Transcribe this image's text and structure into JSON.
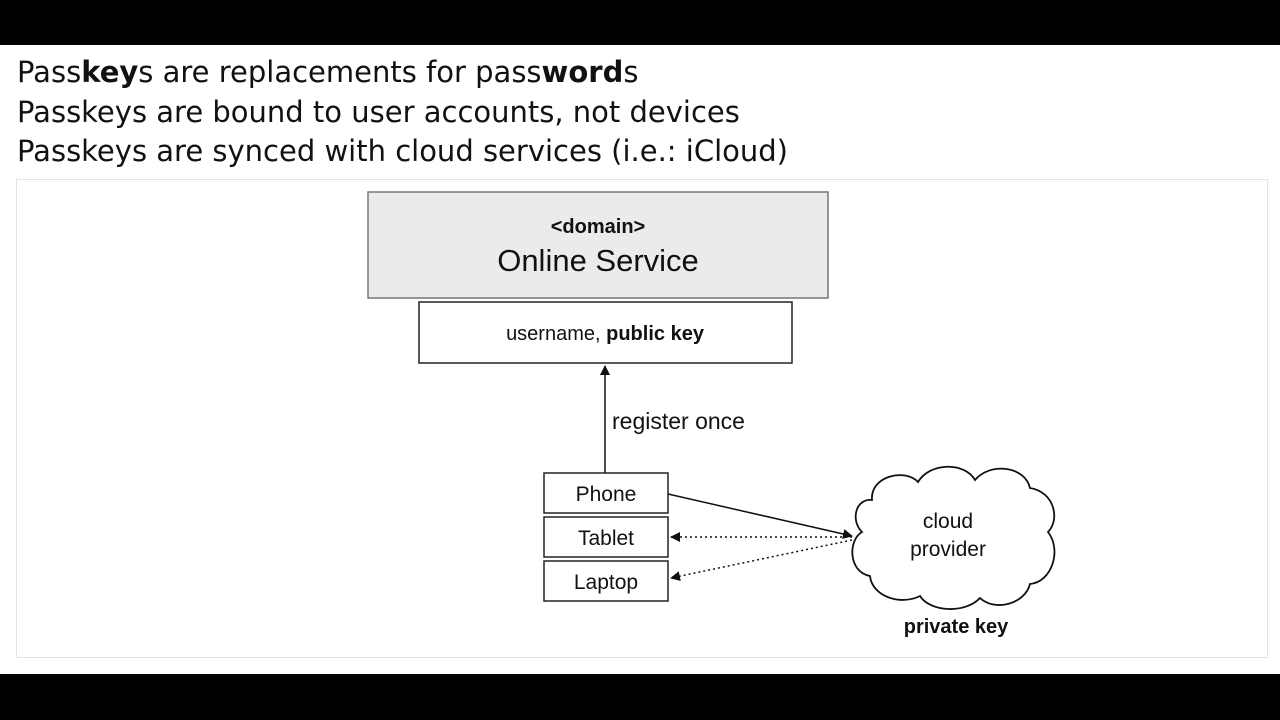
{
  "bullets": {
    "line1": {
      "part1": "Pass",
      "part2": "key",
      "part3": "s are replacements for pass",
      "part4": "word",
      "part5": "s"
    },
    "line2": "Passkeys are bound to user accounts, not devices",
    "line3": "Passkeys are synced with cloud services (i.e.: iCloud)"
  },
  "diagram": {
    "service_domain": "<domain>",
    "service_name": "Online Service",
    "credential_prefix": "username, ",
    "credential_key": "public key",
    "register_label": "register once",
    "devices": [
      "Phone",
      "Tablet",
      "Laptop"
    ],
    "cloud_line1": "cloud",
    "cloud_line2": "provider",
    "private_key_label": "private key",
    "colors": {
      "service_fill": "#ebebeb",
      "stroke": "#111111"
    }
  }
}
